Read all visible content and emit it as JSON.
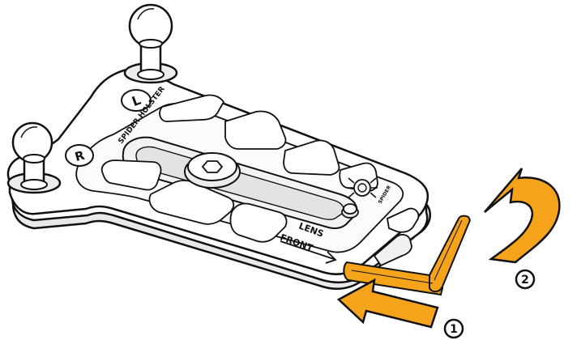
{
  "illustration": {
    "brand_text": "SPIDER HOLSTER",
    "left_marker": "L",
    "right_marker": "R",
    "orientation_line1": "LENS",
    "orientation_line2": "FRONT",
    "logo_text": "SPIDER",
    "step1_number": "1",
    "step2_number": "2"
  },
  "colors": {
    "outline": "#111111",
    "plate": "#ffffff",
    "shadow": "#e6e6e6",
    "tool": "#f5a31b",
    "arrow": "#f5a31b"
  }
}
